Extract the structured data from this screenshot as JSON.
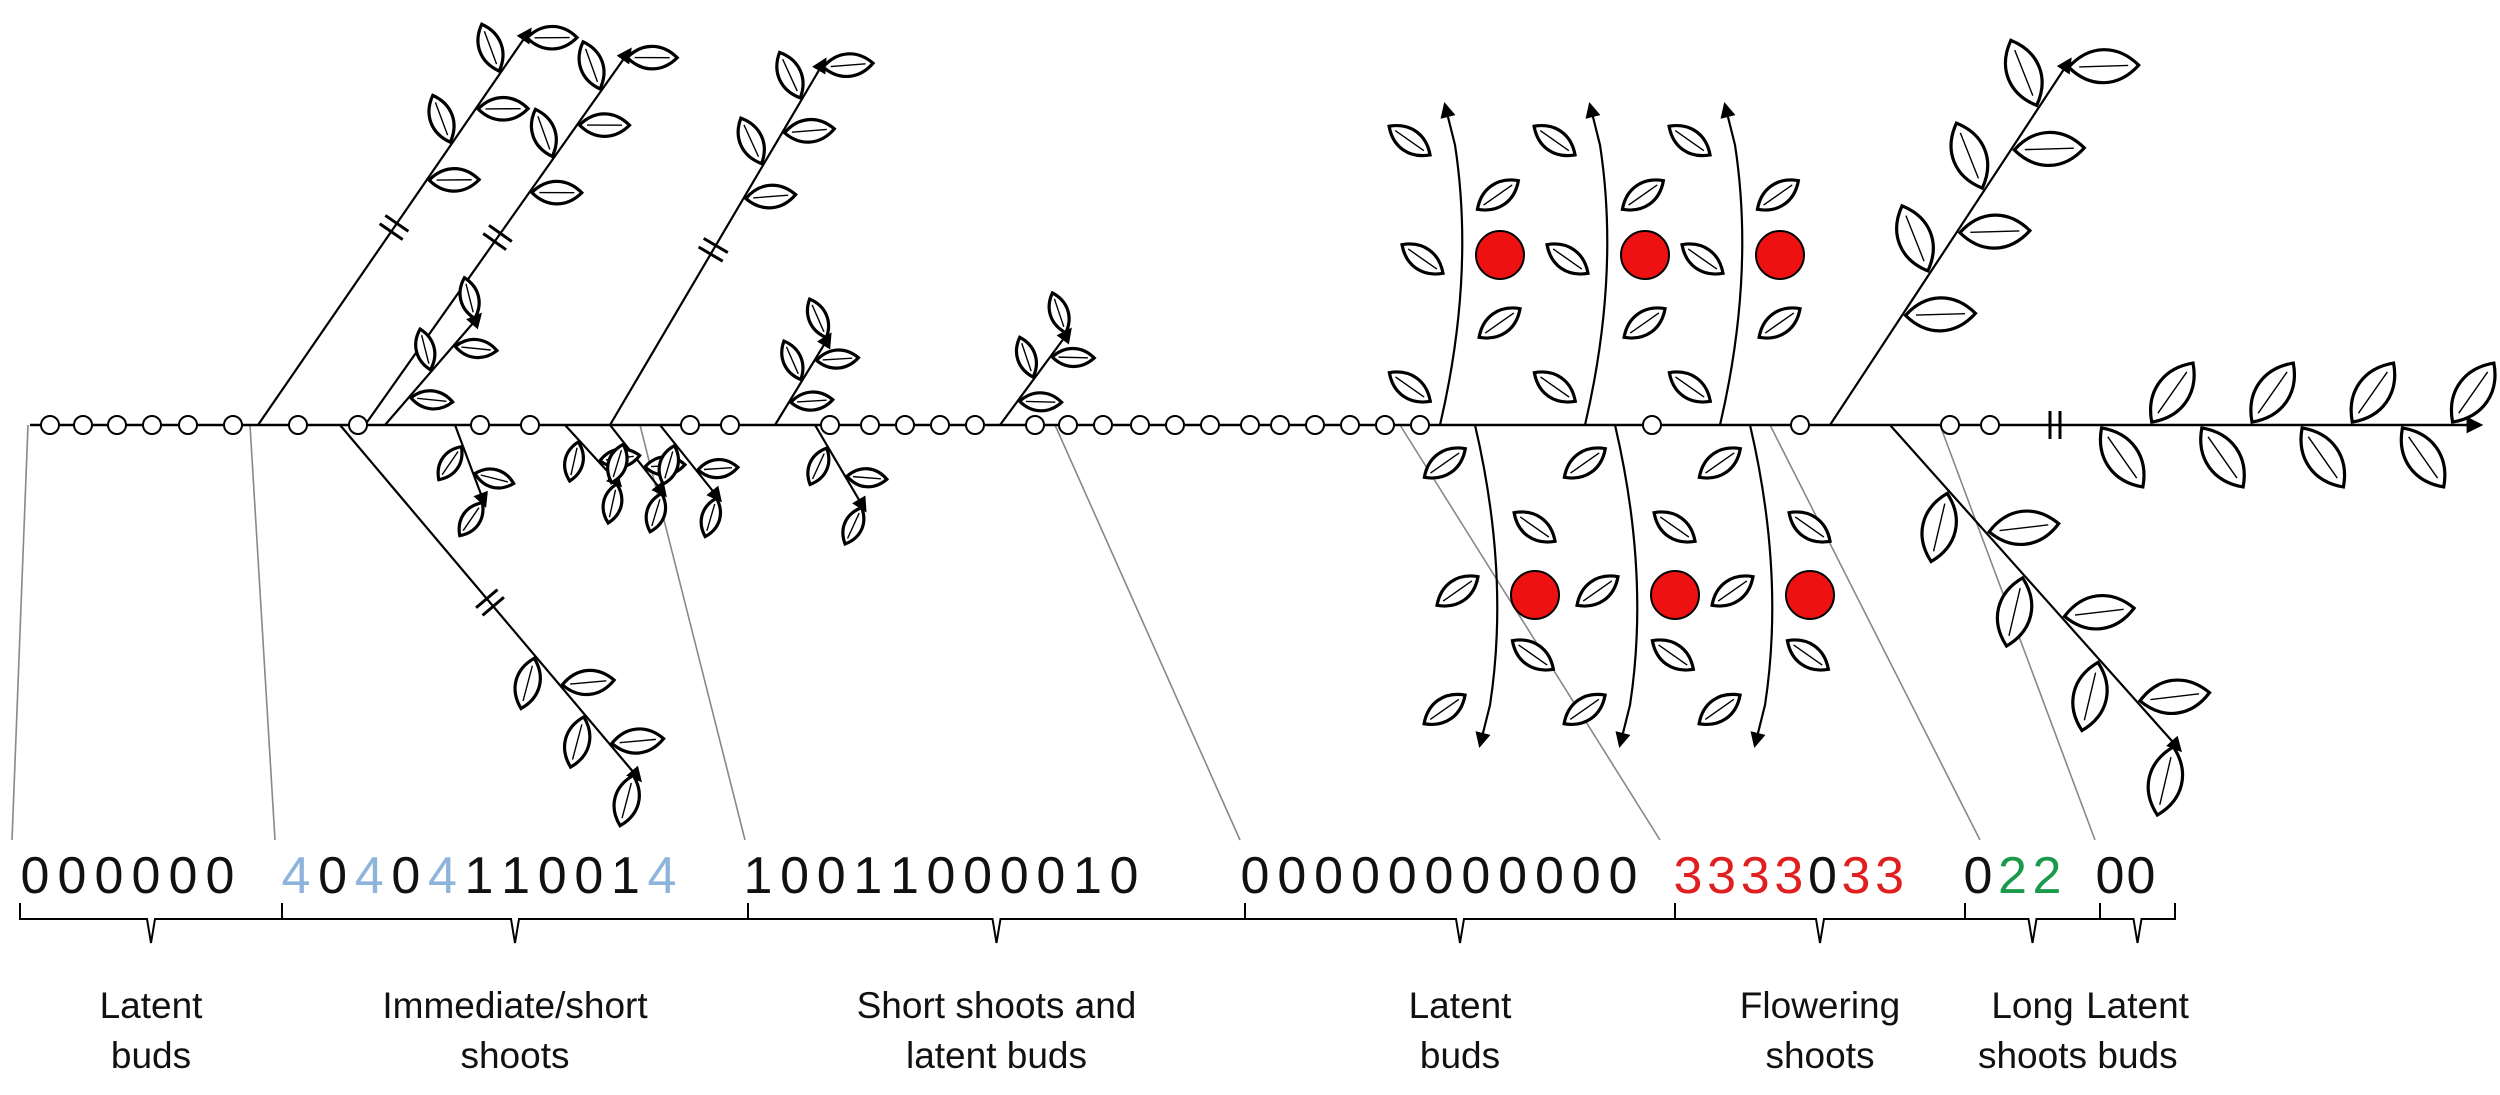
{
  "colors": {
    "default_digit": "#111111",
    "immediate_shoot": "#8fb4dc",
    "flowering_shoot": "#e02020",
    "long_shoot": "#1a9a4a",
    "fruit": "#ee1111",
    "stroke": "#000000",
    "connector": "#888888"
  },
  "sequence": [
    {
      "digits": [
        "0",
        "0",
        "0",
        "0",
        "0",
        "0"
      ]
    },
    {
      "digits": [
        "4",
        "0",
        "4",
        "0",
        "4",
        "1",
        "1",
        "0",
        "0",
        "1",
        "4"
      ]
    },
    {
      "digits": [
        "1",
        "0",
        "0",
        "1",
        "1",
        "0",
        "0",
        "0",
        "0",
        "1",
        "0"
      ]
    },
    {
      "digits": [
        "0",
        "0",
        "0",
        "0",
        "0",
        "0",
        "0",
        "0",
        "0",
        "0",
        "0"
      ]
    },
    {
      "digits": [
        "3",
        "3",
        "3",
        "3",
        "0",
        "3",
        "3"
      ]
    },
    {
      "digits": [
        "0",
        "2",
        "2"
      ]
    },
    {
      "digits": [
        "0",
        "0"
      ]
    }
  ],
  "zones": [
    {
      "line1": "Latent",
      "line2": "buds"
    },
    {
      "line1": "Immediate/short",
      "line2": "shoots"
    },
    {
      "line1": "Short shoots and",
      "line2": "latent buds"
    },
    {
      "line1": "Latent",
      "line2": "buds"
    },
    {
      "line1": "Flowering",
      "line2": "shoots"
    },
    {
      "line1": "Long",
      "line2": "shoots"
    },
    {
      "line1": "Latent",
      "line2": "buds"
    }
  ],
  "icons": {
    "bud": "bud-circle-icon",
    "leaf": "leaf-icon",
    "fruit": "fruit-icon",
    "arrow": "arrowhead-icon",
    "cut": "cut-mark-icon"
  }
}
